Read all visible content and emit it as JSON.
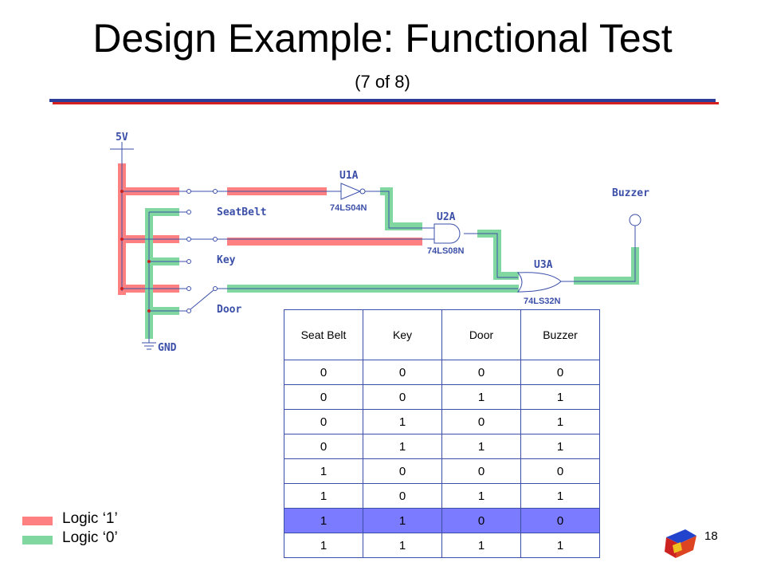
{
  "slide": {
    "title": "Design Example: Functional Test",
    "subtitle": "(7 of 8)",
    "page_number": "18"
  },
  "schematic": {
    "supply_label": "5V",
    "ground_label": "GND",
    "switches": [
      "SeatBelt",
      "Key",
      "Door"
    ],
    "gates": [
      {
        "ref": "U1A",
        "part": "74LS04N"
      },
      {
        "ref": "U2A",
        "part": "74LS08N"
      },
      {
        "ref": "U3A",
        "part": "74LS32N"
      }
    ],
    "output_label": "Buzzer"
  },
  "truth_table": {
    "headers": [
      "Seat Belt",
      "Key",
      "Door",
      "Buzzer"
    ],
    "rows": [
      [
        "0",
        "0",
        "0",
        "0"
      ],
      [
        "0",
        "0",
        "1",
        "1"
      ],
      [
        "0",
        "1",
        "0",
        "1"
      ],
      [
        "0",
        "1",
        "1",
        "1"
      ],
      [
        "1",
        "0",
        "0",
        "0"
      ],
      [
        "1",
        "0",
        "1",
        "1"
      ],
      [
        "1",
        "1",
        "0",
        "0"
      ],
      [
        "1",
        "1",
        "1",
        "1"
      ]
    ],
    "highlighted_row": 6,
    "highlight_color": "#7b7bff"
  },
  "legend": [
    {
      "label": "Logic ‘1’",
      "color": "#ff8080"
    },
    {
      "label": "Logic ‘0’",
      "color": "#80d8a0"
    }
  ]
}
